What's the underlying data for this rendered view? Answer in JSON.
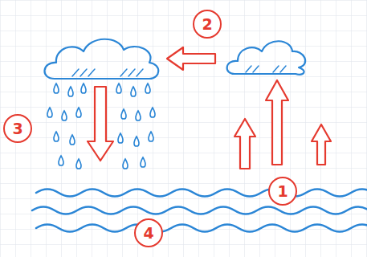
{
  "diagram": {
    "labels": [
      "2",
      "3",
      "1",
      "4"
    ]
  }
}
